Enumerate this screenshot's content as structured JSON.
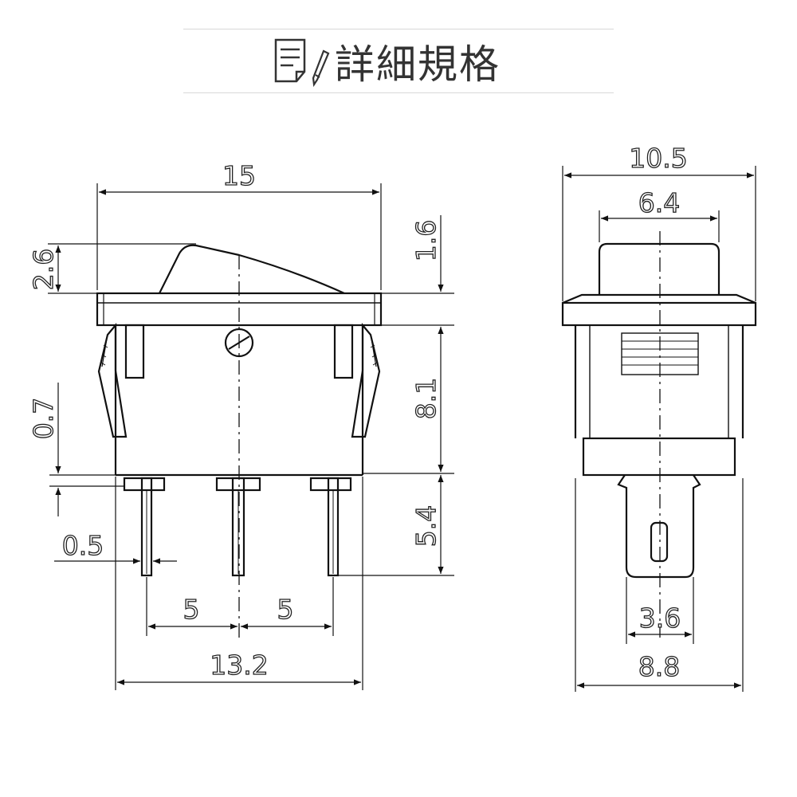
{
  "header": {
    "title": "詳細規格",
    "icon": "spec-sheet-pencil-icon"
  },
  "front_view": {
    "dimensions": {
      "overall_width": "15",
      "rocker_height": "2.6",
      "top_thickness": "1.6",
      "body_height": "8.1",
      "terminal_gap": "0.7",
      "terminal_length": "5.4",
      "terminal_thickness": "0.5",
      "pitch_left": "5",
      "pitch_right": "5",
      "body_width": "13.2"
    }
  },
  "side_view": {
    "dimensions": {
      "flange_width": "10.5",
      "rocker_width": "6.4",
      "terminal_width": "3.6",
      "body_depth": "8.8"
    }
  },
  "colors": {
    "line": "#111111",
    "background": "#ffffff"
  }
}
